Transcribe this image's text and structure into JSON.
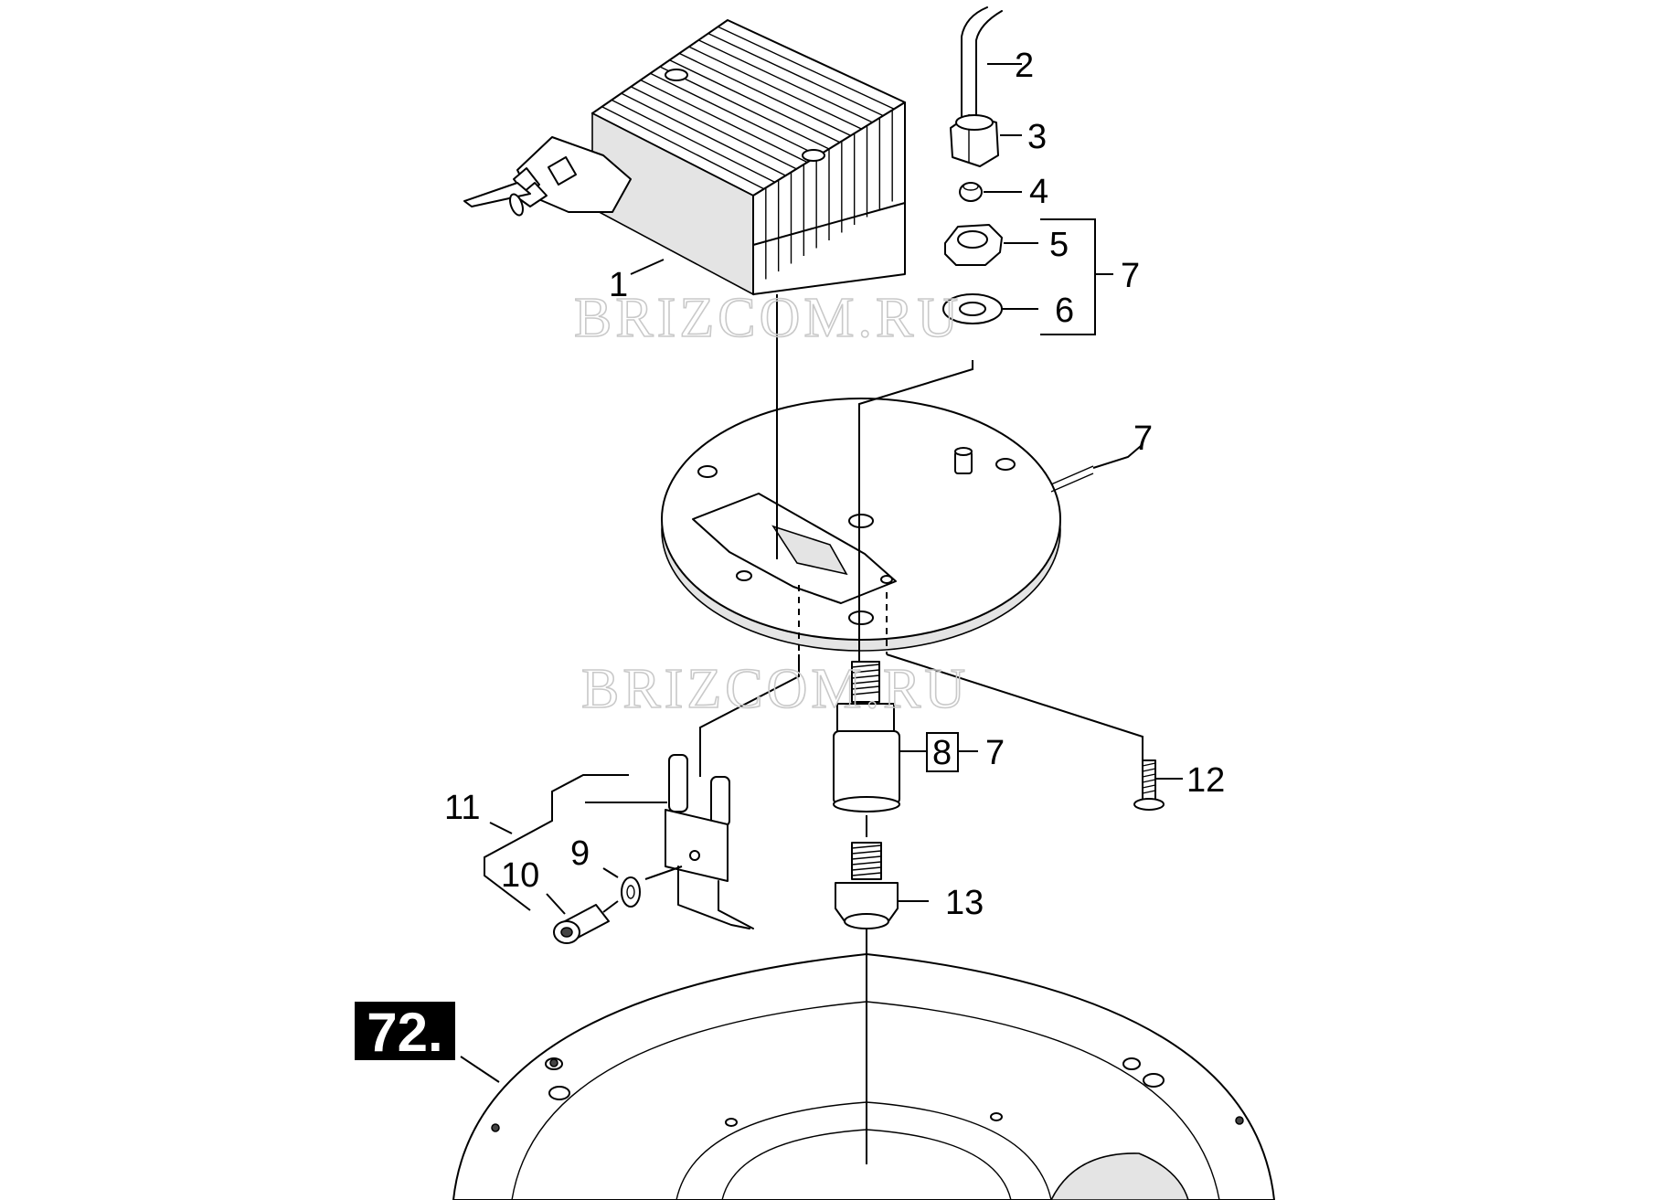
{
  "watermarks": [
    "BRIZCOM.RU",
    "BRIZCOM.RU"
  ],
  "badge": "72.",
  "callouts": {
    "c1": "1",
    "c2": "2",
    "c3": "3",
    "c4": "4",
    "c5": "5",
    "c6": "6",
    "c7a": "7",
    "c7b": "7",
    "c7c": "7",
    "c8": "8",
    "c9": "9",
    "c10": "10",
    "c11": "11",
    "c12": "12",
    "c13": "13"
  }
}
